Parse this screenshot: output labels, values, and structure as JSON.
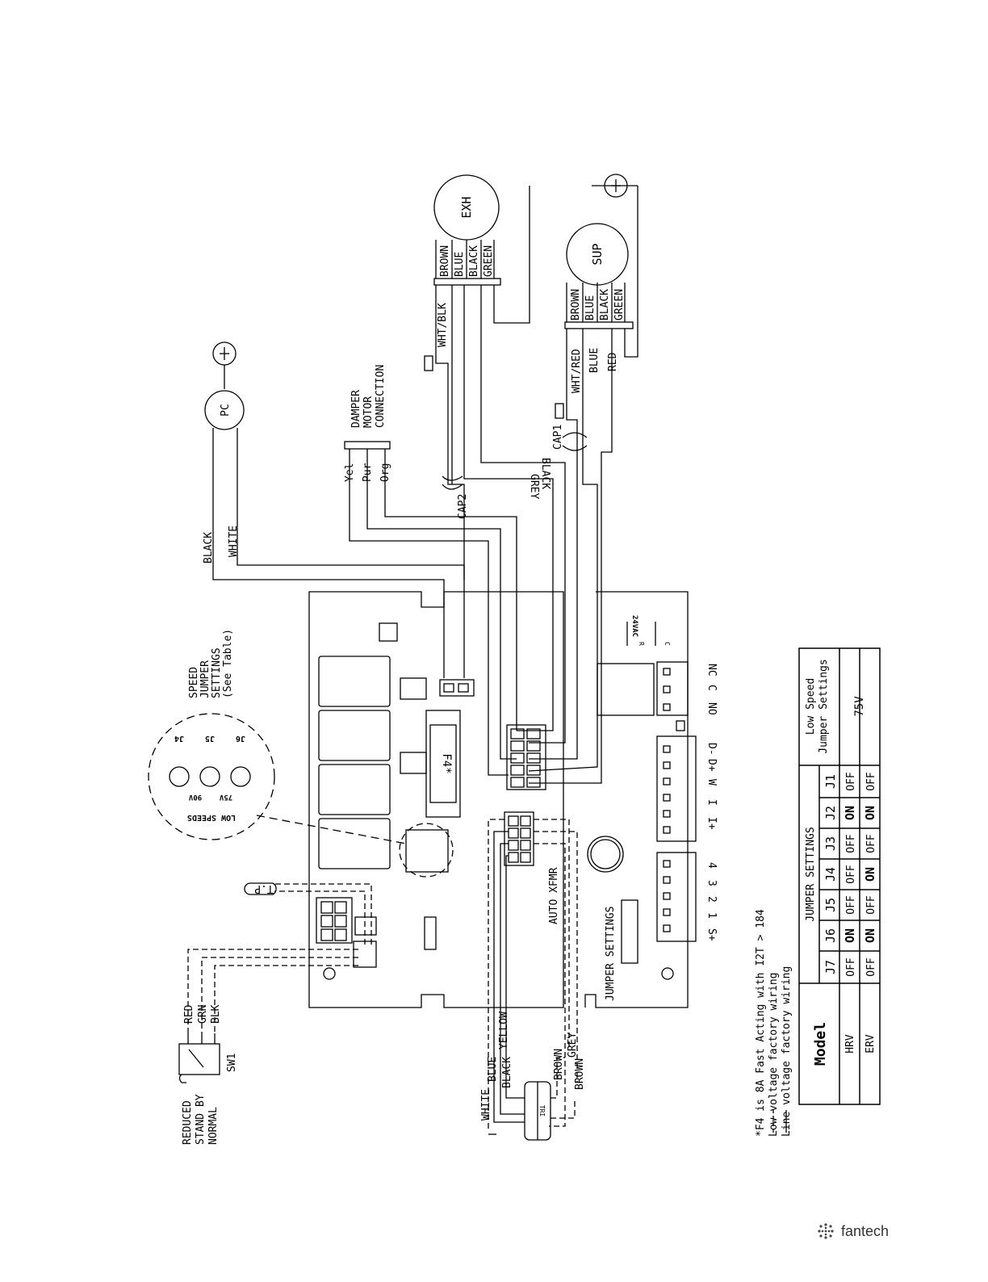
{
  "motors": {
    "exh": {
      "label": "EXH",
      "wires": [
        "BROWN",
        "BLUE",
        "BLACK",
        "GREEN"
      ]
    },
    "sup": {
      "label": "SUP",
      "wires": [
        "BROWN",
        "BLUE",
        "BLACK",
        "GREEN"
      ]
    }
  },
  "power_plug": {
    "label": "PC",
    "wire_black": "BLACK",
    "wire_white": "WHITE"
  },
  "damper": {
    "title_lines": [
      "DAMPER",
      "MOTOR",
      "CONNECTION"
    ],
    "wires": [
      "Yel",
      "Pur",
      "Org"
    ]
  },
  "wires": {
    "wht_blk": "WHT/BLK",
    "wht_red": "WHT/RED",
    "blue": "BLUE",
    "red": "RED",
    "cap1": "CAP1",
    "cap2": "CAP2",
    "black": "BLACK",
    "grey": "GREY"
  },
  "speed_jumpers": {
    "title_lines": [
      "SPEED",
      "JUMPER",
      "SETTINGS",
      "(See Table)"
    ],
    "pins": [
      "J4",
      "J5",
      "J6"
    ],
    "speeds": [
      "90V",
      "75V"
    ],
    "low_speeds": "LOW SPEEDS"
  },
  "board": {
    "fuse": "F4*",
    "relay_labels": [
      "NC",
      "C",
      "NO"
    ],
    "terminal_labels_a": [
      "D-",
      "D+",
      "W",
      "I",
      "I+"
    ],
    "terminal_labels_b": [
      "4",
      "3",
      "2",
      "1",
      "S+"
    ],
    "vac": "24VAC",
    "r": "R",
    "c": "C",
    "auto_xfmr": "AUTO XFMR",
    "jumper_settings": "JUMPER SETTINGS",
    "jumper_ids": [
      "J1",
      "J2",
      "J3",
      "J4",
      "J5",
      "J6",
      "J7"
    ]
  },
  "tp": "T.P",
  "switch": {
    "positions": [
      "REDUCED",
      "STAND BY",
      "NORMAL"
    ],
    "wires": [
      "RED",
      "GRN",
      "BLK"
    ],
    "label": "SW1"
  },
  "transformer": {
    "label": "TRI",
    "wires_left": [
      "WHITE",
      "BLUE",
      "BLACK",
      "YELLOW"
    ],
    "wires_right": [
      "BROWN",
      "GREY",
      "BROWN"
    ]
  },
  "notes": [
    "*F4 is 8A Fast Acting with I2T > 184",
    "Low voltage factory wiring",
    "Line voltage factory wiring"
  ],
  "table": {
    "model_header": "Model",
    "jumper_header": "JUMPER SETTINGS",
    "low_speed_header": "Low Speed Jumper Settings",
    "columns": [
      "J7",
      "J6",
      "J5",
      "J4",
      "J3",
      "J2",
      "J1"
    ],
    "rows": [
      {
        "model": "HRV",
        "values": [
          "OFF",
          "ON",
          "OFF",
          "OFF",
          "OFF",
          "ON",
          "OFF"
        ],
        "low_speed": "75V"
      },
      {
        "model": "ERV",
        "values": [
          "OFF",
          "ON",
          "OFF",
          "ON",
          "OFF",
          "ON",
          "OFF"
        ],
        "low_speed": ""
      }
    ]
  },
  "brand": "fantech"
}
